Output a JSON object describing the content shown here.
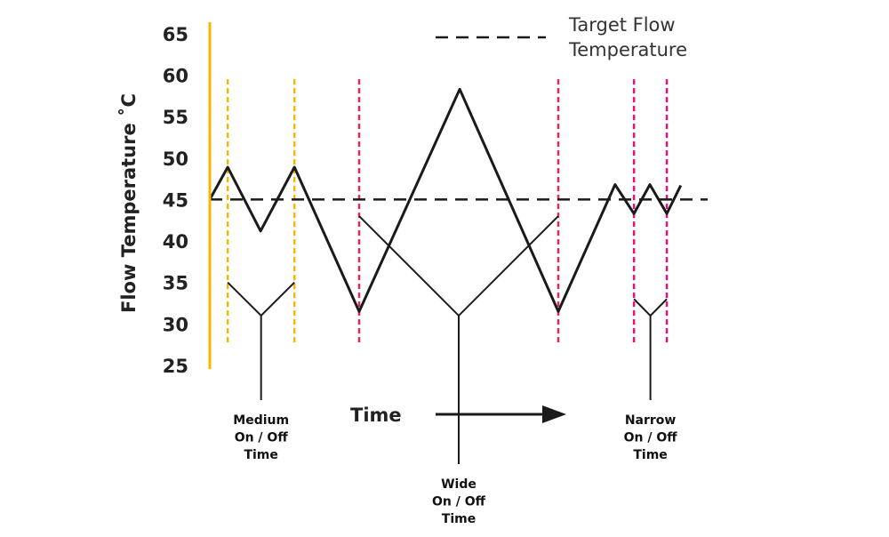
{
  "chart_data": {
    "type": "line",
    "title": "",
    "ylabel": "Flow Temperature ˚C",
    "xlabel": "Time",
    "ylim": [
      25,
      65
    ],
    "xlim": [
      0,
      100
    ],
    "yticks": [
      "65",
      "60",
      "55",
      "50",
      "45",
      "40",
      "35",
      "30",
      "25"
    ],
    "grid": false,
    "legend": {
      "placement": "top-right",
      "label_line1": "Target Flow",
      "label_line2": "Temperature"
    },
    "target": 45,
    "series": [
      {
        "name": "Flow Temperature",
        "x": [
          0,
          3.6,
          10.2,
          17,
          30,
          50.2,
          70,
          81.4,
          85.2,
          88.4,
          91.8,
          94.6
        ],
        "y": [
          45,
          48.9,
          41.2,
          48.9,
          31.5,
          58.3,
          31.5,
          46.8,
          43.3,
          46.8,
          43.3,
          46.7
        ]
      }
    ],
    "markers": [
      {
        "group": "medium",
        "x": [
          3.6,
          17
        ],
        "color": "#f5b700"
      },
      {
        "group": "wide",
        "x": [
          30,
          70
        ],
        "color": "#e8264f"
      },
      {
        "group": "narrow",
        "x": [
          85.2,
          91.8
        ],
        "color": "#e0127a"
      }
    ],
    "annotations": [
      {
        "group": "medium",
        "lines": [
          "Medium",
          "On / Off",
          "Time"
        ]
      },
      {
        "group": "wide",
        "lines": [
          "Wide",
          "On / Off",
          "Time"
        ]
      },
      {
        "group": "narrow",
        "lines": [
          "Narrow",
          "On / Off",
          "Time"
        ]
      }
    ]
  },
  "colors": {
    "axis_start": "#f5b700",
    "axis_mid": "#ee6a2e",
    "axis_end": "#e0127a",
    "line": "#1a1a1a"
  }
}
